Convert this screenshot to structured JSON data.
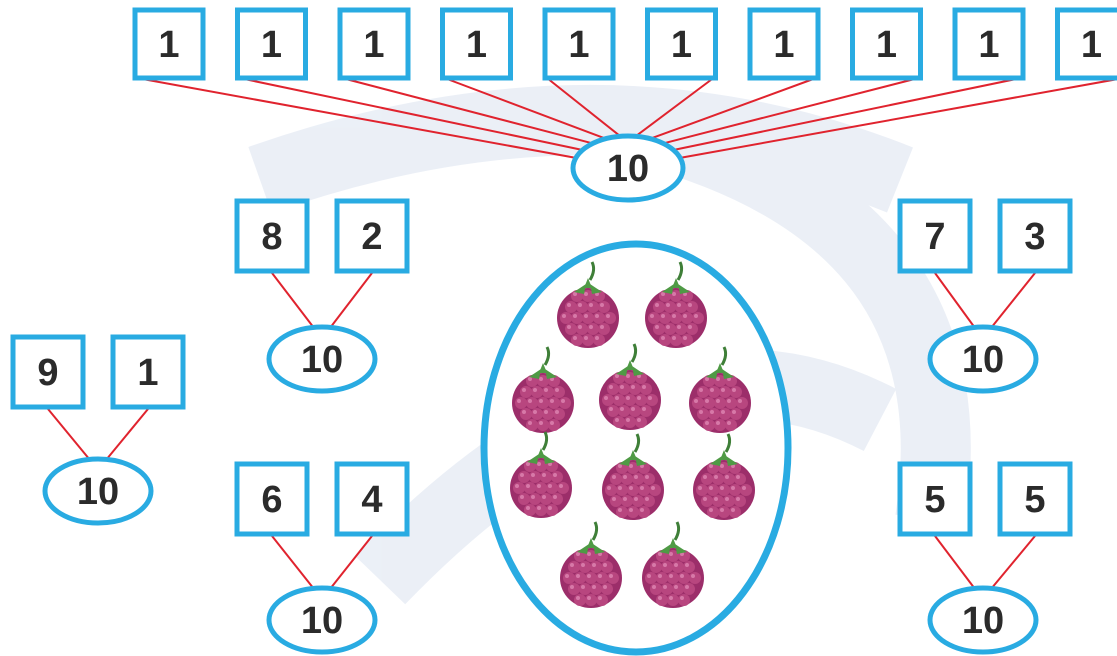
{
  "top_bond": {
    "parts": [
      "1",
      "1",
      "1",
      "1",
      "1",
      "1",
      "1",
      "1",
      "1",
      "1"
    ],
    "whole": "10"
  },
  "bonds": [
    {
      "id": "8-2",
      "parts": [
        "8",
        "2"
      ],
      "whole": "10"
    },
    {
      "id": "7-3",
      "parts": [
        "7",
        "3"
      ],
      "whole": "10"
    },
    {
      "id": "9-1",
      "parts": [
        "9",
        "1"
      ],
      "whole": "10"
    },
    {
      "id": "6-4",
      "parts": [
        "6",
        "4"
      ],
      "whole": "10"
    },
    {
      "id": "5-5",
      "parts": [
        "5",
        "5"
      ],
      "whole": "10"
    }
  ],
  "center_group": {
    "berry_count": 10,
    "icon": "raspberry-icon"
  },
  "colors": {
    "box_stroke": "#29abe2",
    "link_line": "#e0232e",
    "text": "#2b2b2b",
    "berry": "#9c2e6a",
    "leaf": "#4f9a45"
  }
}
